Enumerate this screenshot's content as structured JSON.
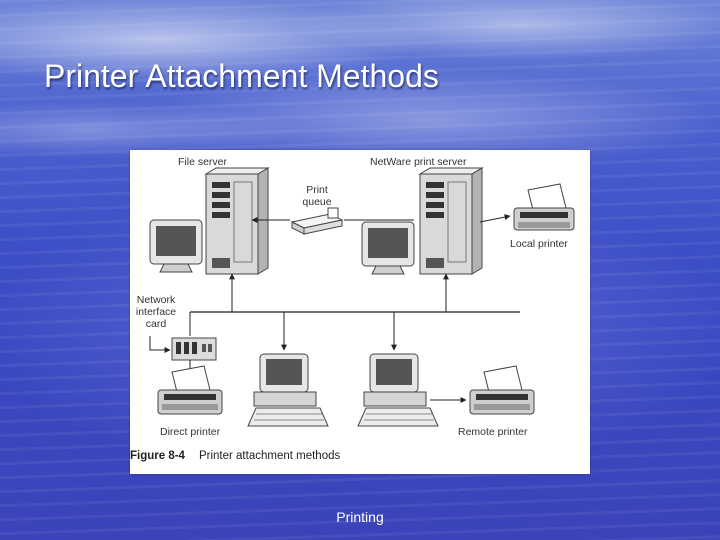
{
  "slide": {
    "title": "Printer Attachment Methods",
    "footer": "Printing"
  },
  "figure": {
    "labels": {
      "file_server": "File server",
      "netware_print_server": "NetWare print server",
      "print_queue_line1": "Print",
      "print_queue_line2": "queue",
      "local_printer": "Local printer",
      "nic_line1": "Network",
      "nic_line2": "interface",
      "nic_line3": "card",
      "direct_printer": "Direct printer",
      "remote_printer": "Remote printer"
    },
    "caption": {
      "number": "Figure 8-4",
      "text": "Printer attachment methods"
    }
  },
  "colors": {
    "background": "#3d4fc6",
    "title_text": "#ffffff",
    "figure_background": "#ffffff"
  }
}
